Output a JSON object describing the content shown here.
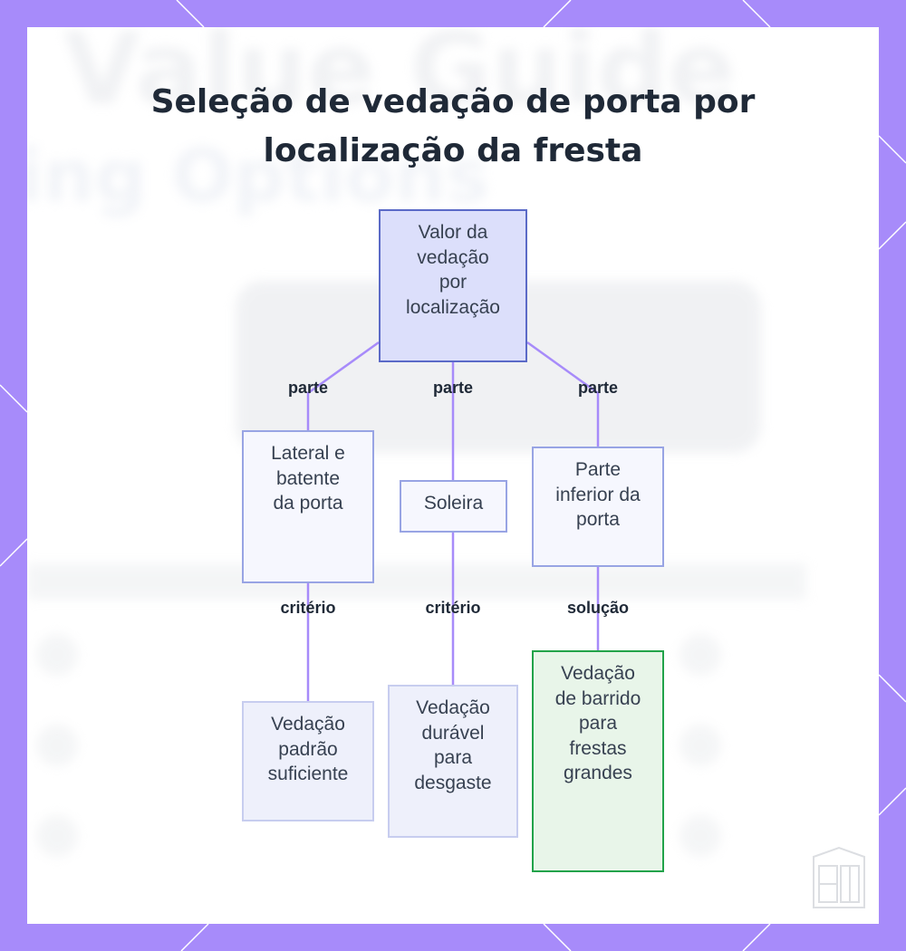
{
  "title_lines": [
    "Seleção de vedação de porta por",
    "localização da fresta"
  ],
  "background_text": [
    "Value Guide",
    "ing Options"
  ],
  "nodes": {
    "root": [
      "Valor da",
      "vedação",
      "por",
      "localização"
    ],
    "side": [
      "Lateral e",
      "batente",
      "da porta"
    ],
    "threshold": [
      "Soleira"
    ],
    "bottom": [
      "Parte",
      "inferior da",
      "porta"
    ],
    "standard_seal": [
      "Vedação",
      "padrão",
      "suficiente"
    ],
    "durable_seal": [
      "Vedação",
      "durável",
      "para",
      "desgaste"
    ],
    "sweep_seal": [
      "Vedação",
      "de barrido",
      "para",
      "frestas",
      "grandes"
    ]
  },
  "edge_labels": {
    "root_side": "parte",
    "root_threshold": "parte",
    "root_bottom": "parte",
    "side_standard": "critério",
    "threshold_durable": "critério",
    "bottom_sweep": "solução"
  },
  "colors": {
    "frame": "#a78bfa",
    "edge": "#a78bfa",
    "primary_border": "#5b6ac7",
    "solution_border": "#22a34a"
  }
}
